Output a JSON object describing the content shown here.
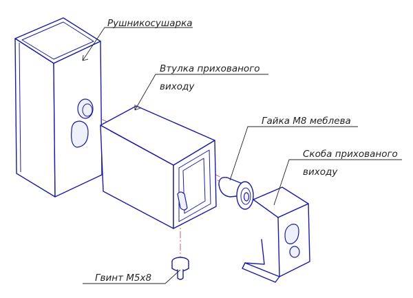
{
  "diagram": {
    "labels": {
      "towel_dryer": "Рушникосушарка",
      "hidden_sleeve_line1": "Втулка прихованого",
      "hidden_sleeve_line2": "виходу",
      "furniture_nut": "Гайка М8 меблева",
      "hidden_bracket_line1": "Скоба прихованого",
      "hidden_bracket_line2": "виходу",
      "screw": "Гвинт М5х8"
    }
  },
  "colors": {
    "outline": "#1a1aa0",
    "axis": "#c0392b",
    "leader": "#222222",
    "background": "#ffffff"
  }
}
